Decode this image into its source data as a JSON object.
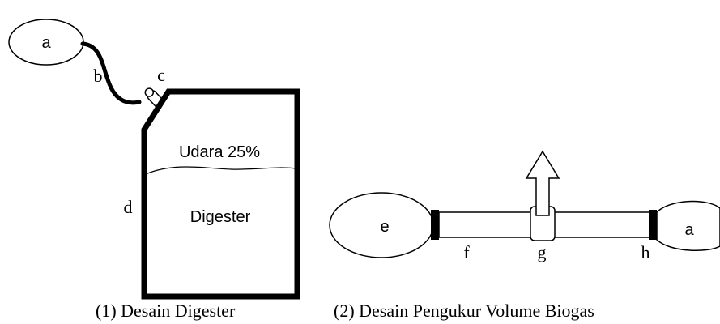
{
  "figure1": {
    "caption": "(1) Desain Digester",
    "labels": {
      "a": "a",
      "b": "b",
      "c": "c",
      "d": "d"
    },
    "air_region": "Udara 25%",
    "digester_region": "Digester"
  },
  "figure2": {
    "caption": "(2) Desain Pengukur Volume Biogas",
    "labels": {
      "e": "e",
      "a": "a",
      "f": "f",
      "g": "g",
      "h": "h"
    }
  },
  "colors": {
    "stroke": "#000000",
    "fill": "#ffffff"
  }
}
